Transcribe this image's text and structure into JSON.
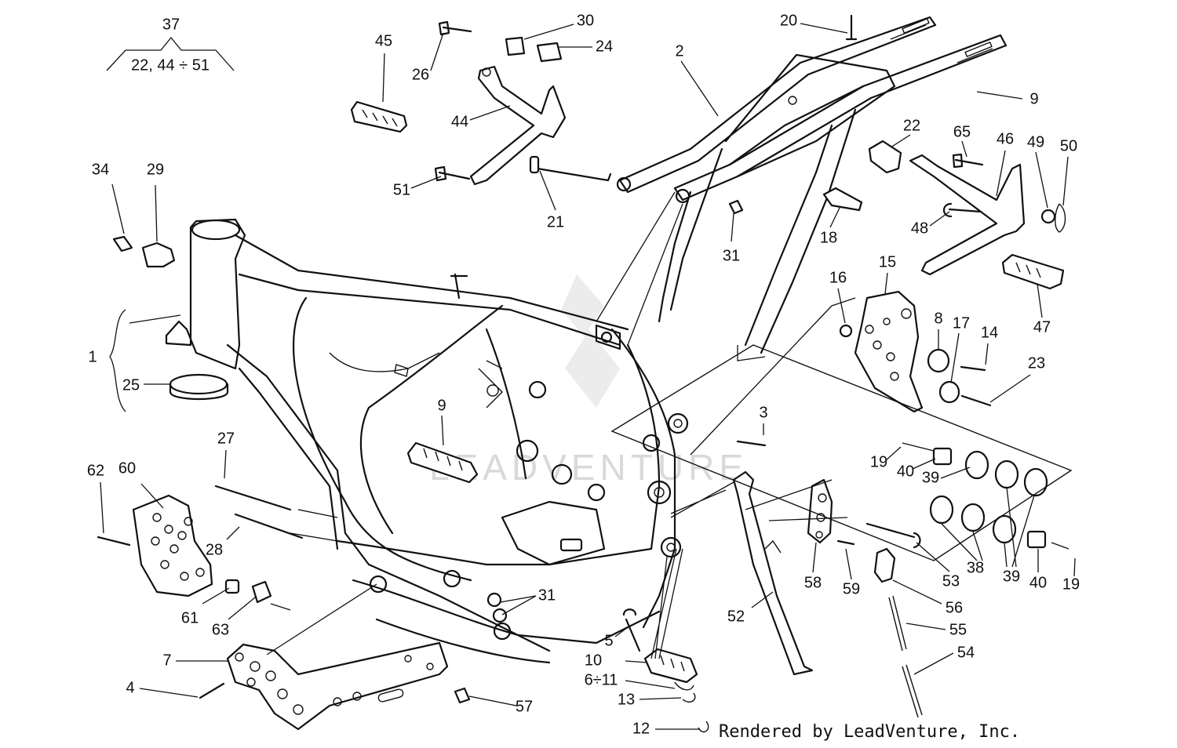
{
  "diagram": {
    "group_label": {
      "number": "37",
      "contents": "22, 44 ÷ 51"
    },
    "callouts": [
      {
        "id": "c1",
        "text": "1"
      },
      {
        "id": "c2",
        "text": "2"
      },
      {
        "id": "c3",
        "text": "3"
      },
      {
        "id": "c4",
        "text": "4"
      },
      {
        "id": "c5",
        "text": "5"
      },
      {
        "id": "c6",
        "text": "6÷11"
      },
      {
        "id": "c7",
        "text": "7"
      },
      {
        "id": "c8",
        "text": "8"
      },
      {
        "id": "c9a",
        "text": "9"
      },
      {
        "id": "c9b",
        "text": "9"
      },
      {
        "id": "c10",
        "text": "10"
      },
      {
        "id": "c12",
        "text": "12"
      },
      {
        "id": "c13",
        "text": "13"
      },
      {
        "id": "c14",
        "text": "14"
      },
      {
        "id": "c15",
        "text": "15"
      },
      {
        "id": "c16",
        "text": "16"
      },
      {
        "id": "c17",
        "text": "17"
      },
      {
        "id": "c18",
        "text": "18"
      },
      {
        "id": "c19a",
        "text": "19"
      },
      {
        "id": "c19b",
        "text": "19"
      },
      {
        "id": "c20",
        "text": "20"
      },
      {
        "id": "c21",
        "text": "21"
      },
      {
        "id": "c22",
        "text": "22"
      },
      {
        "id": "c23",
        "text": "23"
      },
      {
        "id": "c24",
        "text": "24"
      },
      {
        "id": "c25",
        "text": "25"
      },
      {
        "id": "c26",
        "text": "26"
      },
      {
        "id": "c27",
        "text": "27"
      },
      {
        "id": "c28",
        "text": "28"
      },
      {
        "id": "c29",
        "text": "29"
      },
      {
        "id": "c30",
        "text": "30"
      },
      {
        "id": "c31a",
        "text": "31"
      },
      {
        "id": "c31b",
        "text": "31"
      },
      {
        "id": "c34",
        "text": "34"
      },
      {
        "id": "c38",
        "text": "38"
      },
      {
        "id": "c39a",
        "text": "39"
      },
      {
        "id": "c39b",
        "text": "39"
      },
      {
        "id": "c39c",
        "text": "39"
      },
      {
        "id": "c40a",
        "text": "40"
      },
      {
        "id": "c40b",
        "text": "40"
      },
      {
        "id": "c44",
        "text": "44"
      },
      {
        "id": "c45",
        "text": "45"
      },
      {
        "id": "c46",
        "text": "46"
      },
      {
        "id": "c47",
        "text": "47"
      },
      {
        "id": "c48",
        "text": "48"
      },
      {
        "id": "c49",
        "text": "49"
      },
      {
        "id": "c50",
        "text": "50"
      },
      {
        "id": "c51",
        "text": "51"
      },
      {
        "id": "c52",
        "text": "52"
      },
      {
        "id": "c53",
        "text": "53"
      },
      {
        "id": "c54",
        "text": "54"
      },
      {
        "id": "c55",
        "text": "55"
      },
      {
        "id": "c56",
        "text": "56"
      },
      {
        "id": "c57",
        "text": "57"
      },
      {
        "id": "c58",
        "text": "58"
      },
      {
        "id": "c59",
        "text": "59"
      },
      {
        "id": "c60",
        "text": "60"
      },
      {
        "id": "c61",
        "text": "61"
      },
      {
        "id": "c62",
        "text": "62"
      },
      {
        "id": "c63",
        "text": "63"
      },
      {
        "id": "c65",
        "text": "65"
      }
    ]
  },
  "watermark": "LEADVENTURE",
  "credit": "Rendered by LeadVenture, Inc.",
  "colors": {
    "line": "#111111",
    "background": "#ffffff",
    "watermark": "#d9d9d9"
  }
}
